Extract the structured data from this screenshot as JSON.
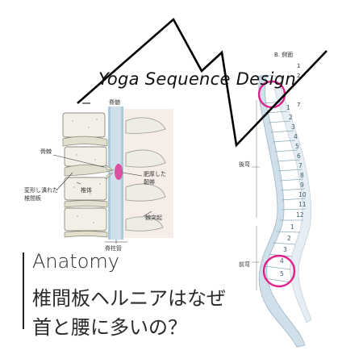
{
  "brand": {
    "title": "Yoga Sequence Design"
  },
  "heading": {
    "category": "Anatomy",
    "title_line1": "椎間板ヘルニアはなぜ",
    "title_line2": "首と腰に多いの？"
  },
  "diagram_left": {
    "label_spinal_cord": "脊髄",
    "label_osteophyte": "骨棘",
    "label_deformed_disc_line1": "変形し潰れた",
    "label_deformed_disc_line2": "椎間板",
    "label_vertebral_body": "椎体",
    "label_ligament_line1": "肥厚した",
    "label_ligament_line2": "靭帯",
    "label_spinous_process": "棘突起",
    "label_spinal_canal": "脊柱管"
  },
  "diagram_right": {
    "view_label": "B. 側面",
    "label_kyphosis": "後弯",
    "label_lordosis": "前弯",
    "numbers": [
      "1",
      "2",
      "3",
      "4",
      "5",
      "6",
      "7",
      "8",
      "9",
      "10",
      "11",
      "12",
      "1",
      "2",
      "3",
      "4",
      "5"
    ],
    "top_numbers": [
      "1",
      "2",
      "7"
    ]
  },
  "colors": {
    "highlight": "#e0218a",
    "bone_fill": "#f1efe6",
    "spine_blue": "#cfe0ea",
    "canal_blue": "#a9c9dc",
    "zigzag": "#000000"
  }
}
